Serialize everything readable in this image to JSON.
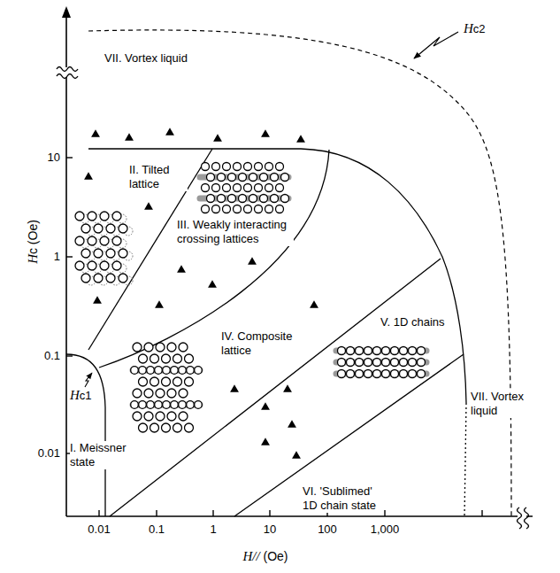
{
  "diagram": {
    "labels": [
      "VII. Vortex liquid",
      "Hc2",
      "II. Tilted lattice",
      "III. Weakly interacting crossing lattices",
      "IV. Composite lattice",
      "V. 1D chains",
      "VI. 'Sublimed' 1D chain state",
      "VII. Vortex liquid",
      "I. Meissner state",
      "Hc1",
      "Hc (Oe)",
      "H// (Oe)",
      "10",
      "1",
      "0.1",
      "0.01",
      "0.01",
      "0.1",
      "1",
      "10",
      "100",
      "1,000"
    ]
  }
}
